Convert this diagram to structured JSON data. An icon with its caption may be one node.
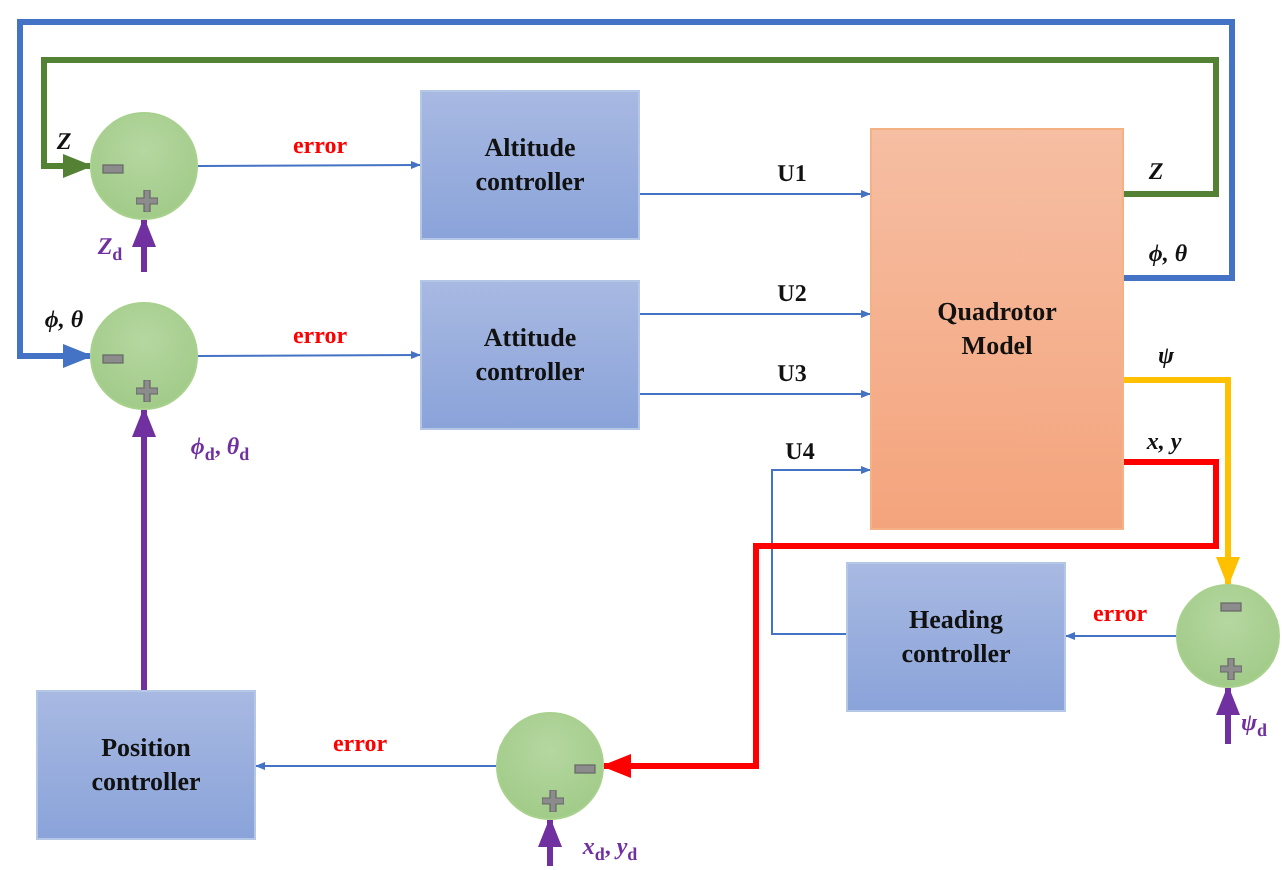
{
  "diagram": {
    "nodes": [
      {
        "text": [],
        "shape": "circle"
      },
      {
        "text": [
          "Altitude controller"
        ]
      },
      {
        "text": [],
        "shape": "circle"
      },
      {
        "text": [
          "Attitude controller"
        ]
      },
      {
        "text": [
          "Quadrotor Model"
        ]
      },
      {
        "text": [
          "Heading controller"
        ]
      },
      {
        "text": [],
        "shape": "circle"
      },
      {
        "text": [
          "Position controller"
        ]
      },
      {
        "text": [],
        "shape": "circle"
      }
    ],
    "edges": [
      {
        "from": 0,
        "to": 1,
        "arrow": "to",
        "label": "error"
      },
      {
        "from": 2,
        "to": 3,
        "arrow": "to",
        "label": "error"
      },
      {
        "from": 1,
        "to": 4,
        "arrow": "to",
        "label": "U1"
      },
      {
        "from": 3,
        "to": 4,
        "arrow": "to",
        "label": "U2"
      },
      {
        "from": 3,
        "to": 4,
        "arrow": "to",
        "label": "U3"
      },
      {
        "from": 5,
        "to": 4,
        "arrow": "to",
        "label": "U4"
      },
      {
        "from": 4,
        "to": 0,
        "arrow": "to",
        "label": "Z",
        "style": "thick",
        "color": "#548235"
      },
      {
        "from": 4,
        "to": 2,
        "arrow": "to",
        "label": "ϕ, θ",
        "style": "thick"
      },
      {
        "from": 4,
        "to": 6,
        "arrow": "to",
        "label": "ψ",
        "style": "thick",
        "color": "#ffc000"
      },
      {
        "from": 4,
        "to": 8,
        "arrow": "to",
        "label": "x, y",
        "style": "thick",
        "color": "#ff0000"
      },
      {
        "from": 6,
        "to": 5,
        "arrow": "to",
        "label": "error"
      },
      {
        "from": 8,
        "to": 7,
        "arrow": "to",
        "label": "error"
      },
      {
        "from": 7,
        "to": 2,
        "arrow": "to",
        "label": "*ϕ*$_{d}$, *θ*$_{d}$",
        "style": "thick",
        "color": "#7030a0"
      },
      {
        "from": null,
        "to": 0,
        "arrow": "to",
        "label": "*Z*$_{d}$",
        "style": "thick",
        "color": "#7030a0"
      },
      {
        "from": null,
        "to": 6,
        "arrow": "to",
        "label": "*ψ*$_{d}$",
        "style": "thick",
        "color": "#7030a0"
      },
      {
        "from": null,
        "to": 8,
        "arrow": "to",
        "label": "*x*$_{d}$, *y*$_{d}$",
        "style": "thick",
        "color": "#7030a0"
      }
    ],
    "labels": [
      "Z",
      "ϕ, θ"
    ]
  }
}
